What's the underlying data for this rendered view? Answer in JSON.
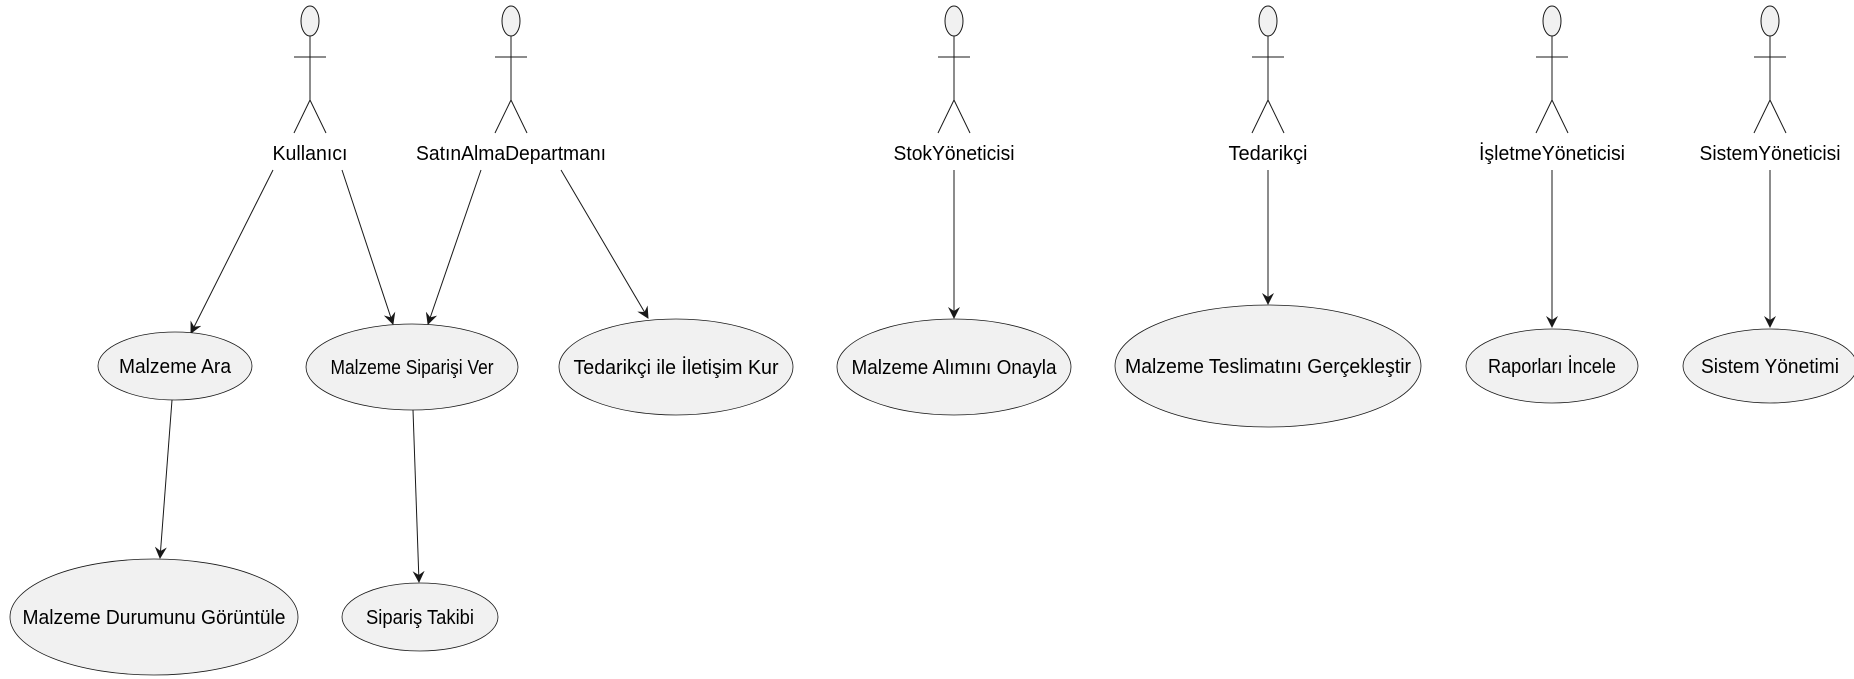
{
  "actors": {
    "kullanici": "Kullanıcı",
    "satinalma": "SatınAlmaDepartmanı",
    "stok": "StokYöneticisi",
    "tedarikci": "Tedarikçi",
    "isletme": "İşletmeYöneticisi",
    "sistem": "SistemYöneticisi"
  },
  "use_cases": {
    "malzeme_ara": "Malzeme Ara",
    "siparis_ver": "Malzeme Siparişi Ver",
    "tedarikci_iletisim": "Tedarikçi ile İletişim Kur",
    "alim_onayla": "Malzeme Alımını Onayla",
    "teslimat": "Malzeme Teslimatını Gerçekleştir",
    "raporlar": "Raporları İncele",
    "sistem_yonetimi": "Sistem Yönetimi",
    "durum_goruntule": "Malzeme Durumunu Görüntüle",
    "siparis_takibi": "Sipariş Takibi"
  },
  "links": [
    {
      "from": "Kullanıcı",
      "to": "Malzeme Ara"
    },
    {
      "from": "Kullanıcı",
      "to": "Malzeme Siparişi Ver"
    },
    {
      "from": "SatınAlmaDepartmanı",
      "to": "Malzeme Siparişi Ver"
    },
    {
      "from": "SatınAlmaDepartmanı",
      "to": "Tedarikçi ile İletişim Kur"
    },
    {
      "from": "StokYöneticisi",
      "to": "Malzeme Alımını Onayla"
    },
    {
      "from": "Tedarikçi",
      "to": "Malzeme Teslimatını Gerçekleştir"
    },
    {
      "from": "İşletmeYöneticisi",
      "to": "Raporları İncele"
    },
    {
      "from": "SistemYöneticisi",
      "to": "Sistem Yönetimi"
    },
    {
      "from": "Malzeme Ara",
      "to": "Malzeme Durumunu Görüntüle"
    },
    {
      "from": "Malzeme Siparişi Ver",
      "to": "Sipariş Takibi"
    }
  ]
}
